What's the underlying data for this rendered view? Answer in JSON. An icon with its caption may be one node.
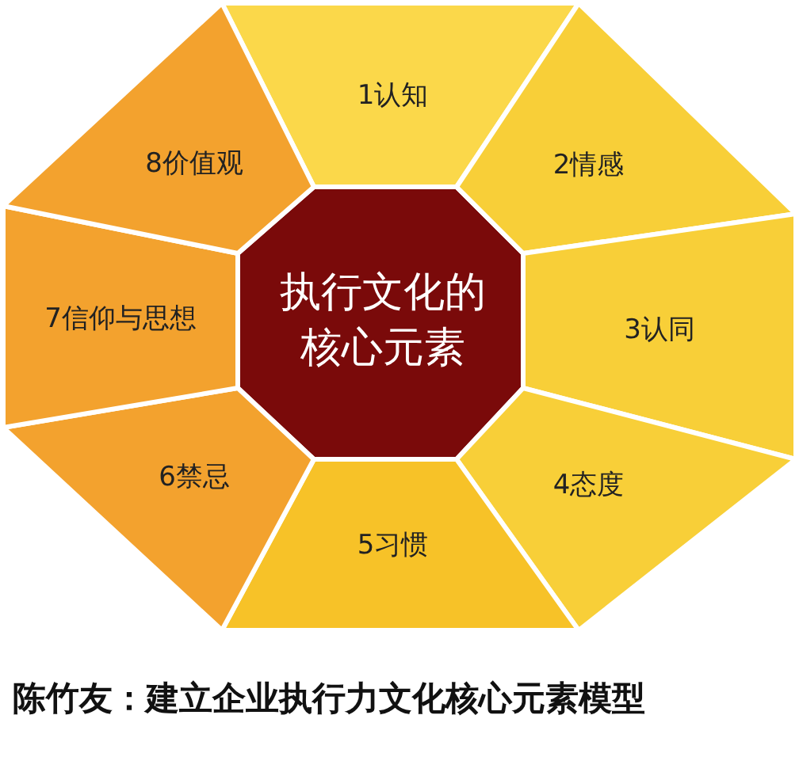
{
  "diagram": {
    "caption": "陈竹友：建立企业执行力文化核心元素模型",
    "nodes": [
      {
        "text": [
          "执行文化的核心元素"
        ]
      },
      {
        "text": [
          "1认知"
        ]
      },
      {
        "text": [
          "2情感"
        ]
      },
      {
        "text": [
          "3认同"
        ]
      },
      {
        "text": [
          "4态度"
        ]
      },
      {
        "text": [
          "5习惯"
        ]
      },
      {
        "text": [
          "6禁忌"
        ]
      },
      {
        "text": [
          "7信仰与思想"
        ]
      },
      {
        "text": [
          "8价值观"
        ]
      }
    ]
  }
}
